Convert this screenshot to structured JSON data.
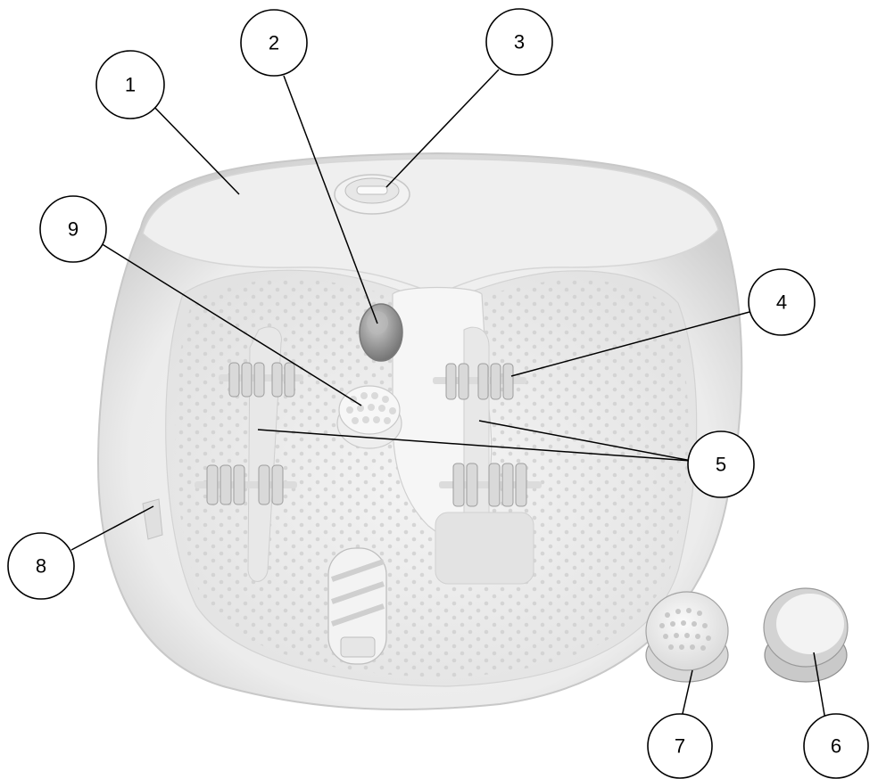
{
  "diagram": {
    "subject": "foot-spa-basin-parts",
    "callouts": [
      {
        "id": "1",
        "label": "1"
      },
      {
        "id": "2",
        "label": "2"
      },
      {
        "id": "3",
        "label": "3"
      },
      {
        "id": "4",
        "label": "4"
      },
      {
        "id": "5",
        "label": "5"
      },
      {
        "id": "6",
        "label": "6"
      },
      {
        "id": "7",
        "label": "7"
      },
      {
        "id": "8",
        "label": "8"
      },
      {
        "id": "9",
        "label": "9"
      }
    ],
    "colors": {
      "basin": "#f1f1f1",
      "basin_shadow": "#d4d4d4",
      "outline": "#000000",
      "light_lens": "#8a8a8a"
    }
  }
}
